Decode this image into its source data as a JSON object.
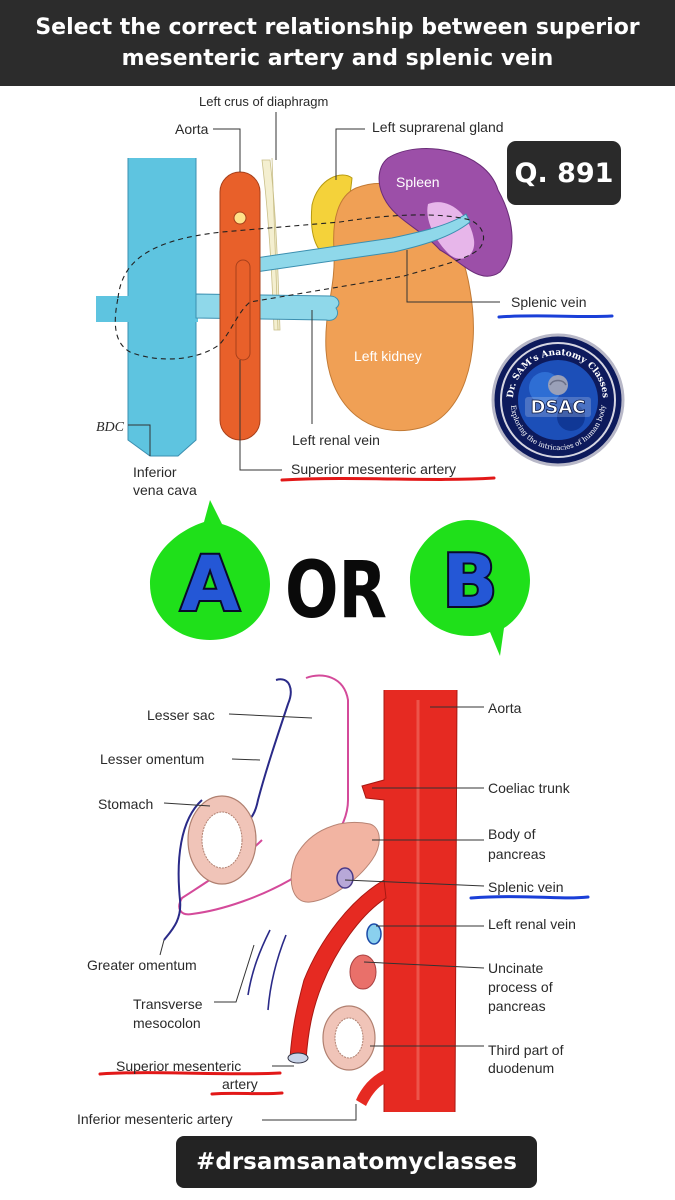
{
  "title": {
    "line1": "Select the correct relationship between superior",
    "line2": "mesenteric artery and splenic vein"
  },
  "question_badge": "Q. 891",
  "logo": {
    "arc_top": "Dr. SAM's Anatomy Classes",
    "center": "DSAC",
    "arc_bottom": "Exploring the intricacies of human body"
  },
  "diagram_a": {
    "labels": {
      "left_crus": "Left crus of diaphragm",
      "aorta": "Aorta",
      "left_suprarenal": "Left suprarenal gland",
      "spleen": "Spleen",
      "splenic_vein": "Splenic vein",
      "left_kidney": "Left kidney",
      "bdc": "BDC",
      "left_renal_vein": "Left renal vein",
      "ivc_line1": "Inferior",
      "ivc_line2": "vena cava",
      "sma": "Superior mesenteric artery"
    }
  },
  "choice": {
    "option_a": "A",
    "or": "OR",
    "option_b": "B"
  },
  "diagram_b": {
    "labels": {
      "lesser_sac": "Lesser sac",
      "lesser_omentum": "Lesser omentum",
      "stomach": "Stomach",
      "greater_omentum": "Greater omentum",
      "transverse_line1": "Transverse",
      "transverse_line2": "mesocolon",
      "sma_line1": "Superior mesenteric",
      "sma_line2": "artery",
      "ima": "Inferior mesenteric artery",
      "aorta": "Aorta",
      "coeliac": "Coeliac trunk",
      "body_line1": "Body of",
      "body_line2": "pancreas",
      "splenic_vein": "Splenic vein",
      "left_renal_vein": "Left renal vein",
      "uncinate_line1": "Uncinate",
      "uncinate_line2": "process of",
      "uncinate_line3": "pancreas",
      "third_line1": "Third part of",
      "third_line2": "duodenum"
    }
  },
  "hashtag": "#drsamsanatomyclasses",
  "colors": {
    "aorta": "#e8602a",
    "ivc": "#5ec4e0",
    "kidney": "#f0a055",
    "spleen": "#9c4fa8",
    "suprarenal": "#f4d23a",
    "bubble_green": "#1fe01a",
    "letter_blue": "#2457d6",
    "artery_red": "#e62a22",
    "underline_red": "#e21818",
    "underline_blue": "#1a3fd8"
  }
}
